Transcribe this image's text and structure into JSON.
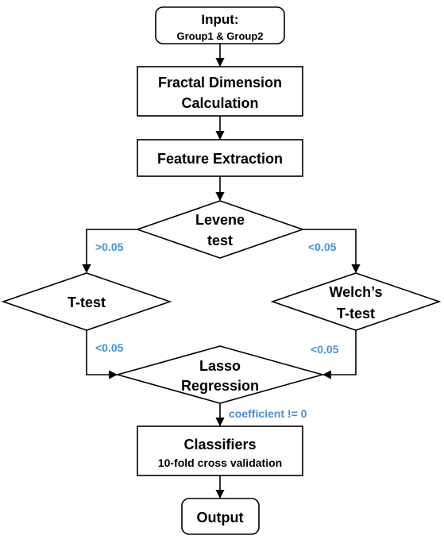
{
  "nodes": {
    "input": {
      "line1": "Input:",
      "line2": "Group1 & Group2"
    },
    "fractal": {
      "line1": "Fractal Dimension",
      "line2": "Calculation"
    },
    "feature": {
      "line1": "Feature Extraction"
    },
    "levene": {
      "line1": "Levene",
      "line2": "test"
    },
    "ttest": {
      "line1": "T-test"
    },
    "welch": {
      "line1": "Welch’s",
      "line2": "T-test"
    },
    "lasso": {
      "line1": "Lasso",
      "line2": "Regression"
    },
    "classifiers": {
      "line1": "Classifiers",
      "line2": "10-fold cross validation"
    },
    "output": {
      "line1": "Output"
    }
  },
  "edge_labels": {
    "levene_left": ">0.05",
    "levene_right": "<0.05",
    "ttest_out": "<0.05",
    "welch_out": "<0.05",
    "lasso_out": "coefficient != 0"
  },
  "colors": {
    "stroke": "#000000",
    "label": "#4a8fd6"
  }
}
